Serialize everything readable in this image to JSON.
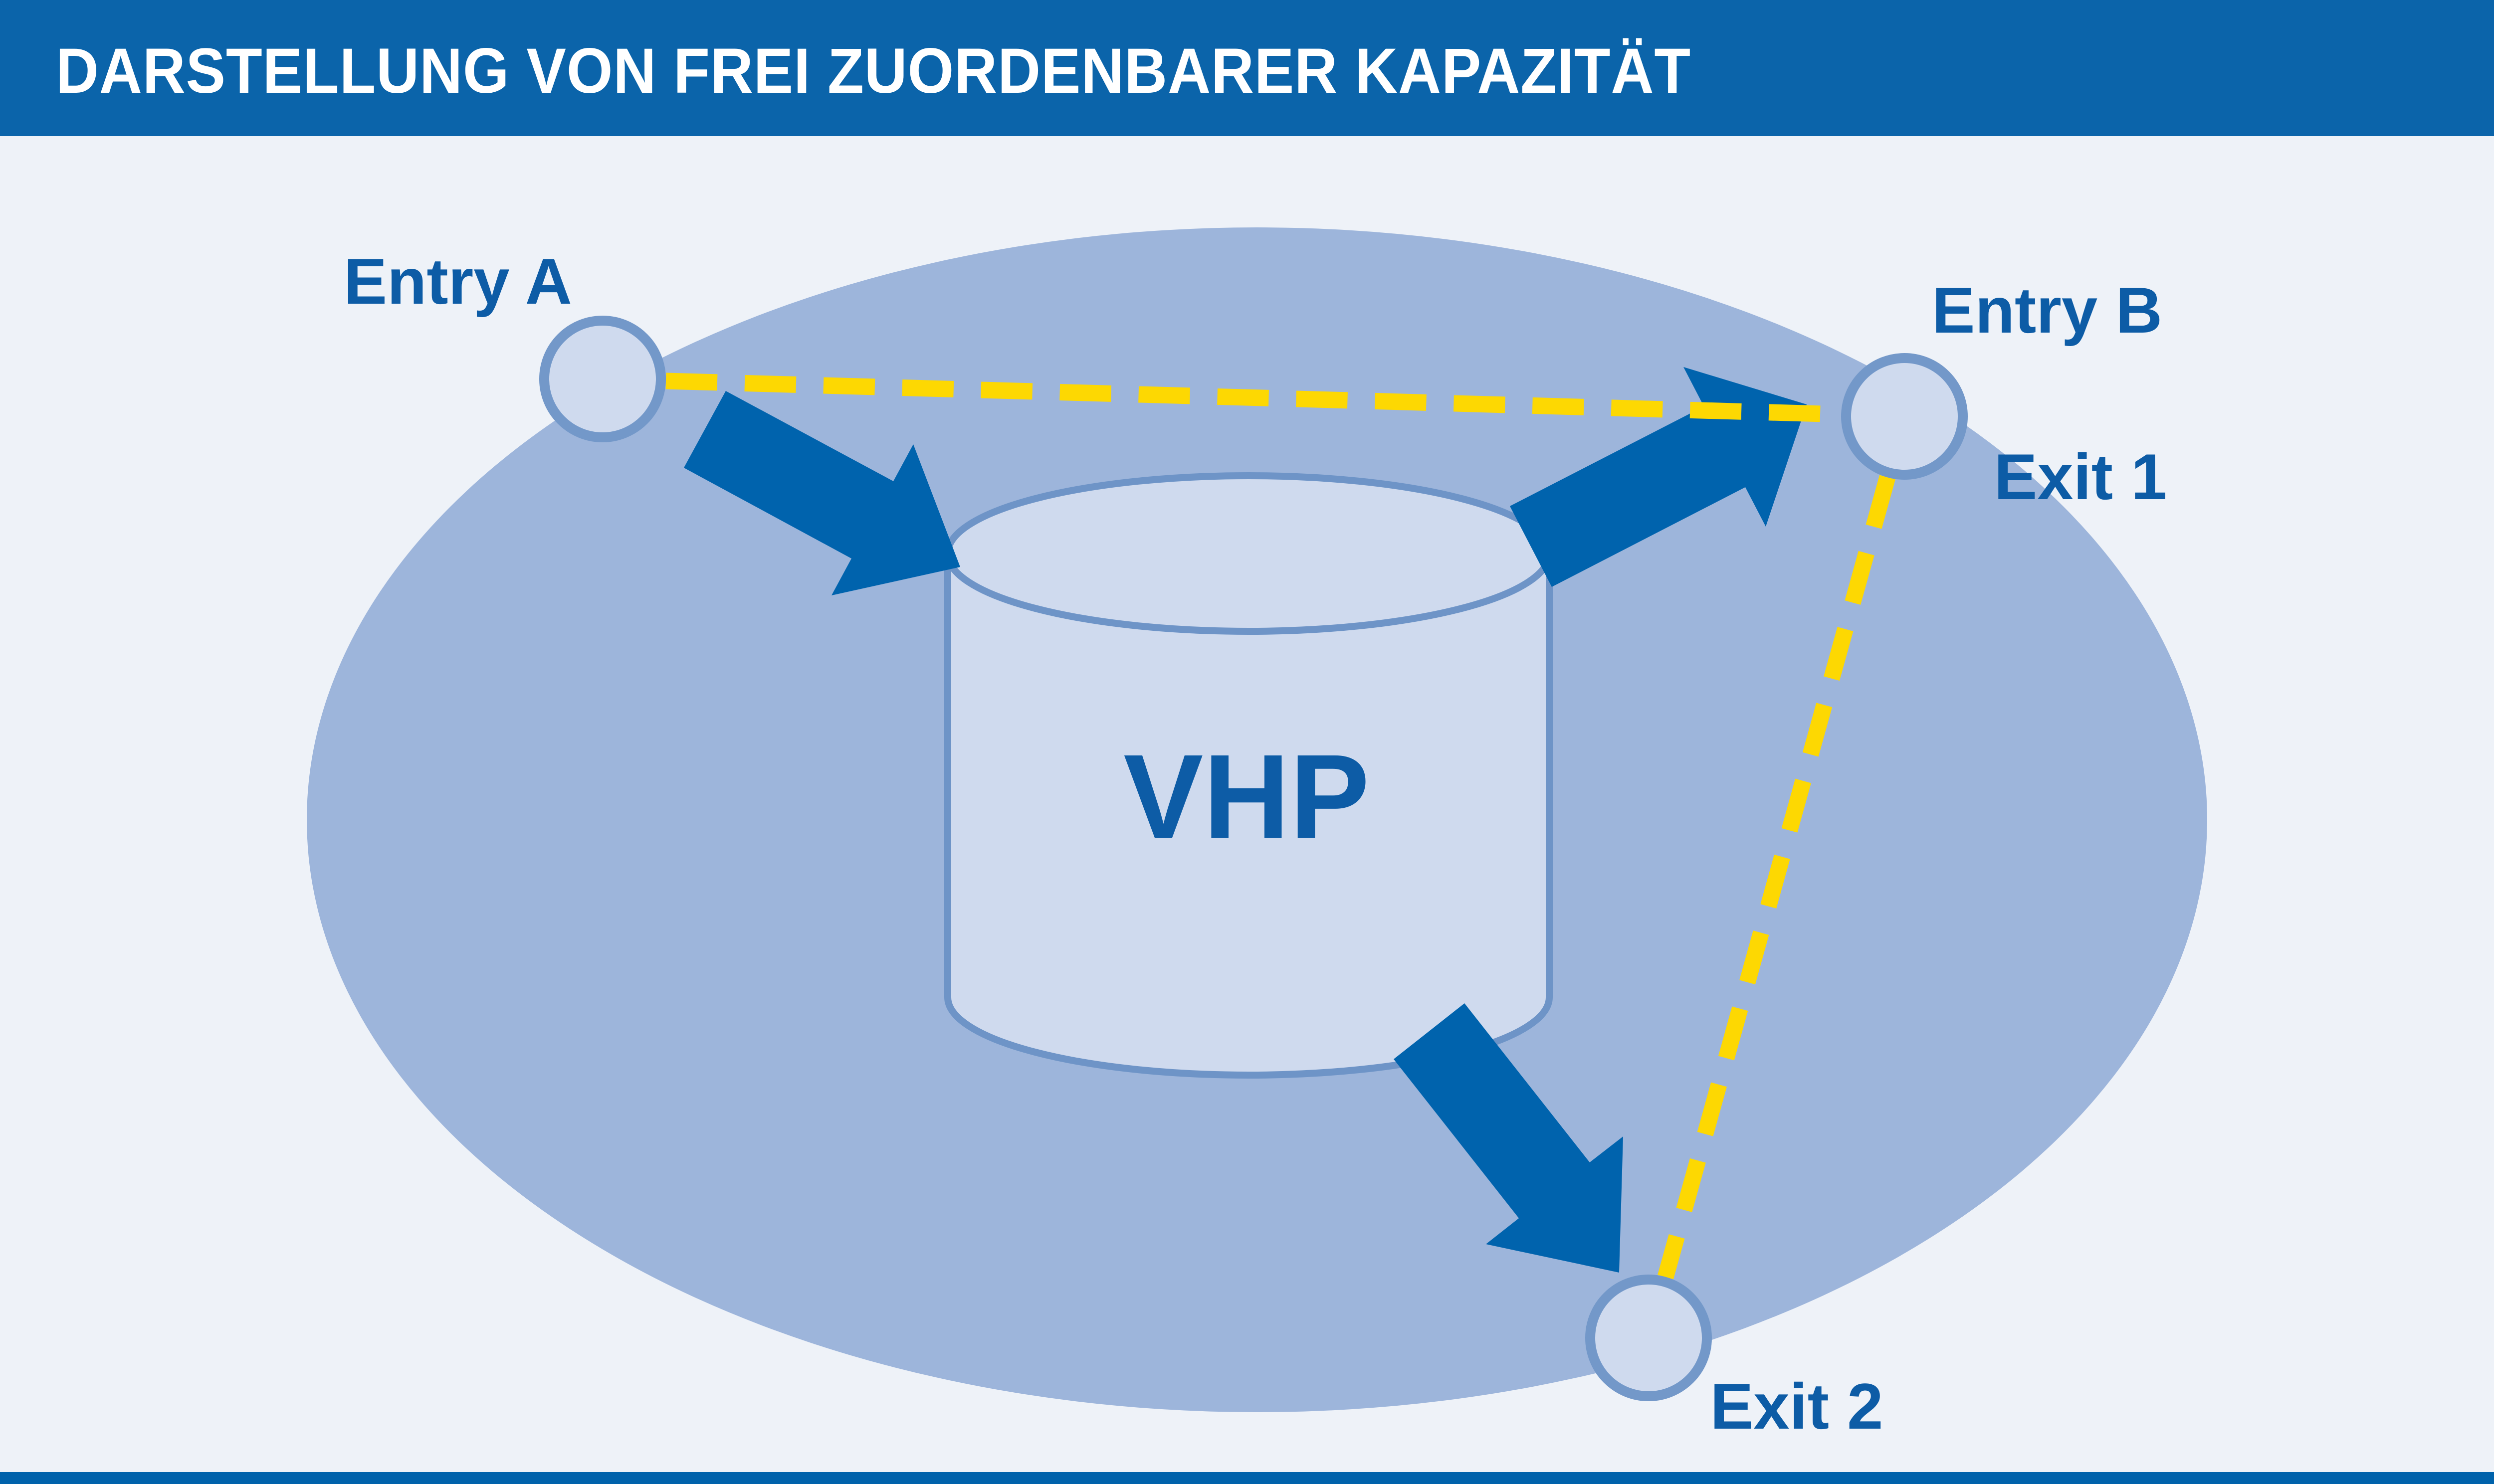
{
  "header": {
    "title": "DARSTELLUNG VON FREI ZUORDENBARER KAPAZITÄT"
  },
  "diagram": {
    "hub_label": "VHP",
    "labels": {
      "entry_a": "Entry A",
      "entry_b": "Entry B",
      "exit_1": "Exit 1",
      "exit_2": "Exit 2"
    },
    "nodes": [
      {
        "id": "entry-a",
        "label": "Entry A",
        "role": "entry-point"
      },
      {
        "id": "entry-b-exit-1",
        "label": "Entry B / Exit 1",
        "role": "entry-and-exit-point"
      },
      {
        "id": "exit-2",
        "label": "Exit 2",
        "role": "exit-point"
      }
    ],
    "connections": [
      {
        "from": "Entry A",
        "to": "Entry B",
        "style": "dashed-yellow"
      },
      {
        "from": "Entry B",
        "to": "Exit 2",
        "style": "dashed-yellow"
      },
      {
        "from": "Entry A",
        "to": "VHP",
        "style": "solid-blue-arrow"
      },
      {
        "from": "VHP",
        "to": "Entry B / Exit 1",
        "style": "solid-blue-arrow"
      },
      {
        "from": "VHP",
        "to": "Exit 2",
        "style": "solid-blue-arrow"
      }
    ],
    "colors": {
      "header_bg": "#0b64aa",
      "footer_bg": "#0062ab",
      "canvas_bg": "#eef2f8",
      "system_ellipse": "#9db5db",
      "shape_fill": "#cfdaee",
      "shape_stroke": "#6e94c7",
      "arrow": "#0063ad",
      "dashed_line": "#fdd802",
      "label_text": "#0d5ca6",
      "title_text": "#ffffff"
    }
  }
}
